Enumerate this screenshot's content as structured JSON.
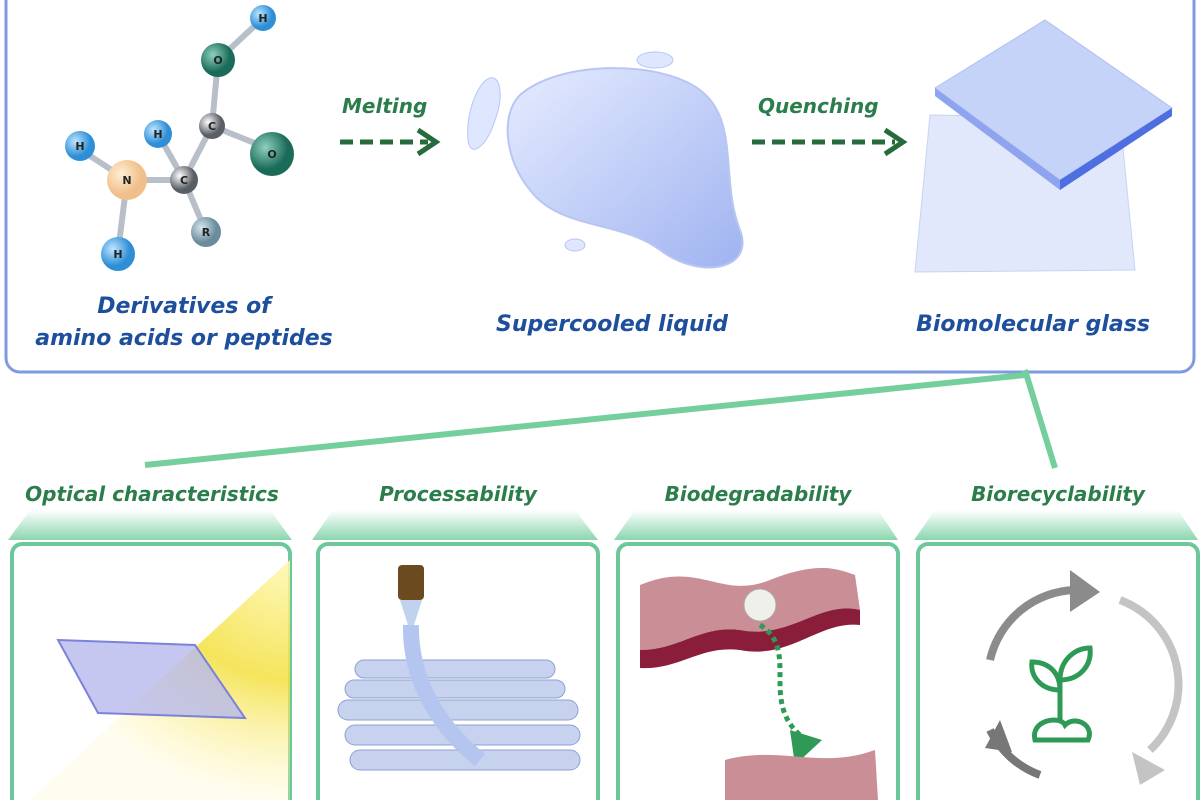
{
  "top_panel": {
    "molecule_atoms": [
      "H",
      "O",
      "C",
      "O",
      "H",
      "N",
      "C",
      "R",
      "H",
      "H"
    ],
    "arrow1_label": "Melting",
    "arrow2_label": "Quenching",
    "caption1_line1": "Derivatives of",
    "caption1_line2": "amino acids or peptides",
    "caption2": "Supercooled liquid",
    "caption3": "Biomolecular glass"
  },
  "properties": [
    {
      "label": "Optical characteristics"
    },
    {
      "label": "Processability"
    },
    {
      "label": "Biodegradability"
    },
    {
      "label": "Biorecyclability"
    }
  ],
  "colors": {
    "frame_blue": "#7f9be0",
    "text_blue": "#1d4f9c",
    "green": "#2b7d4c",
    "panel_green": "#6cc79a"
  }
}
